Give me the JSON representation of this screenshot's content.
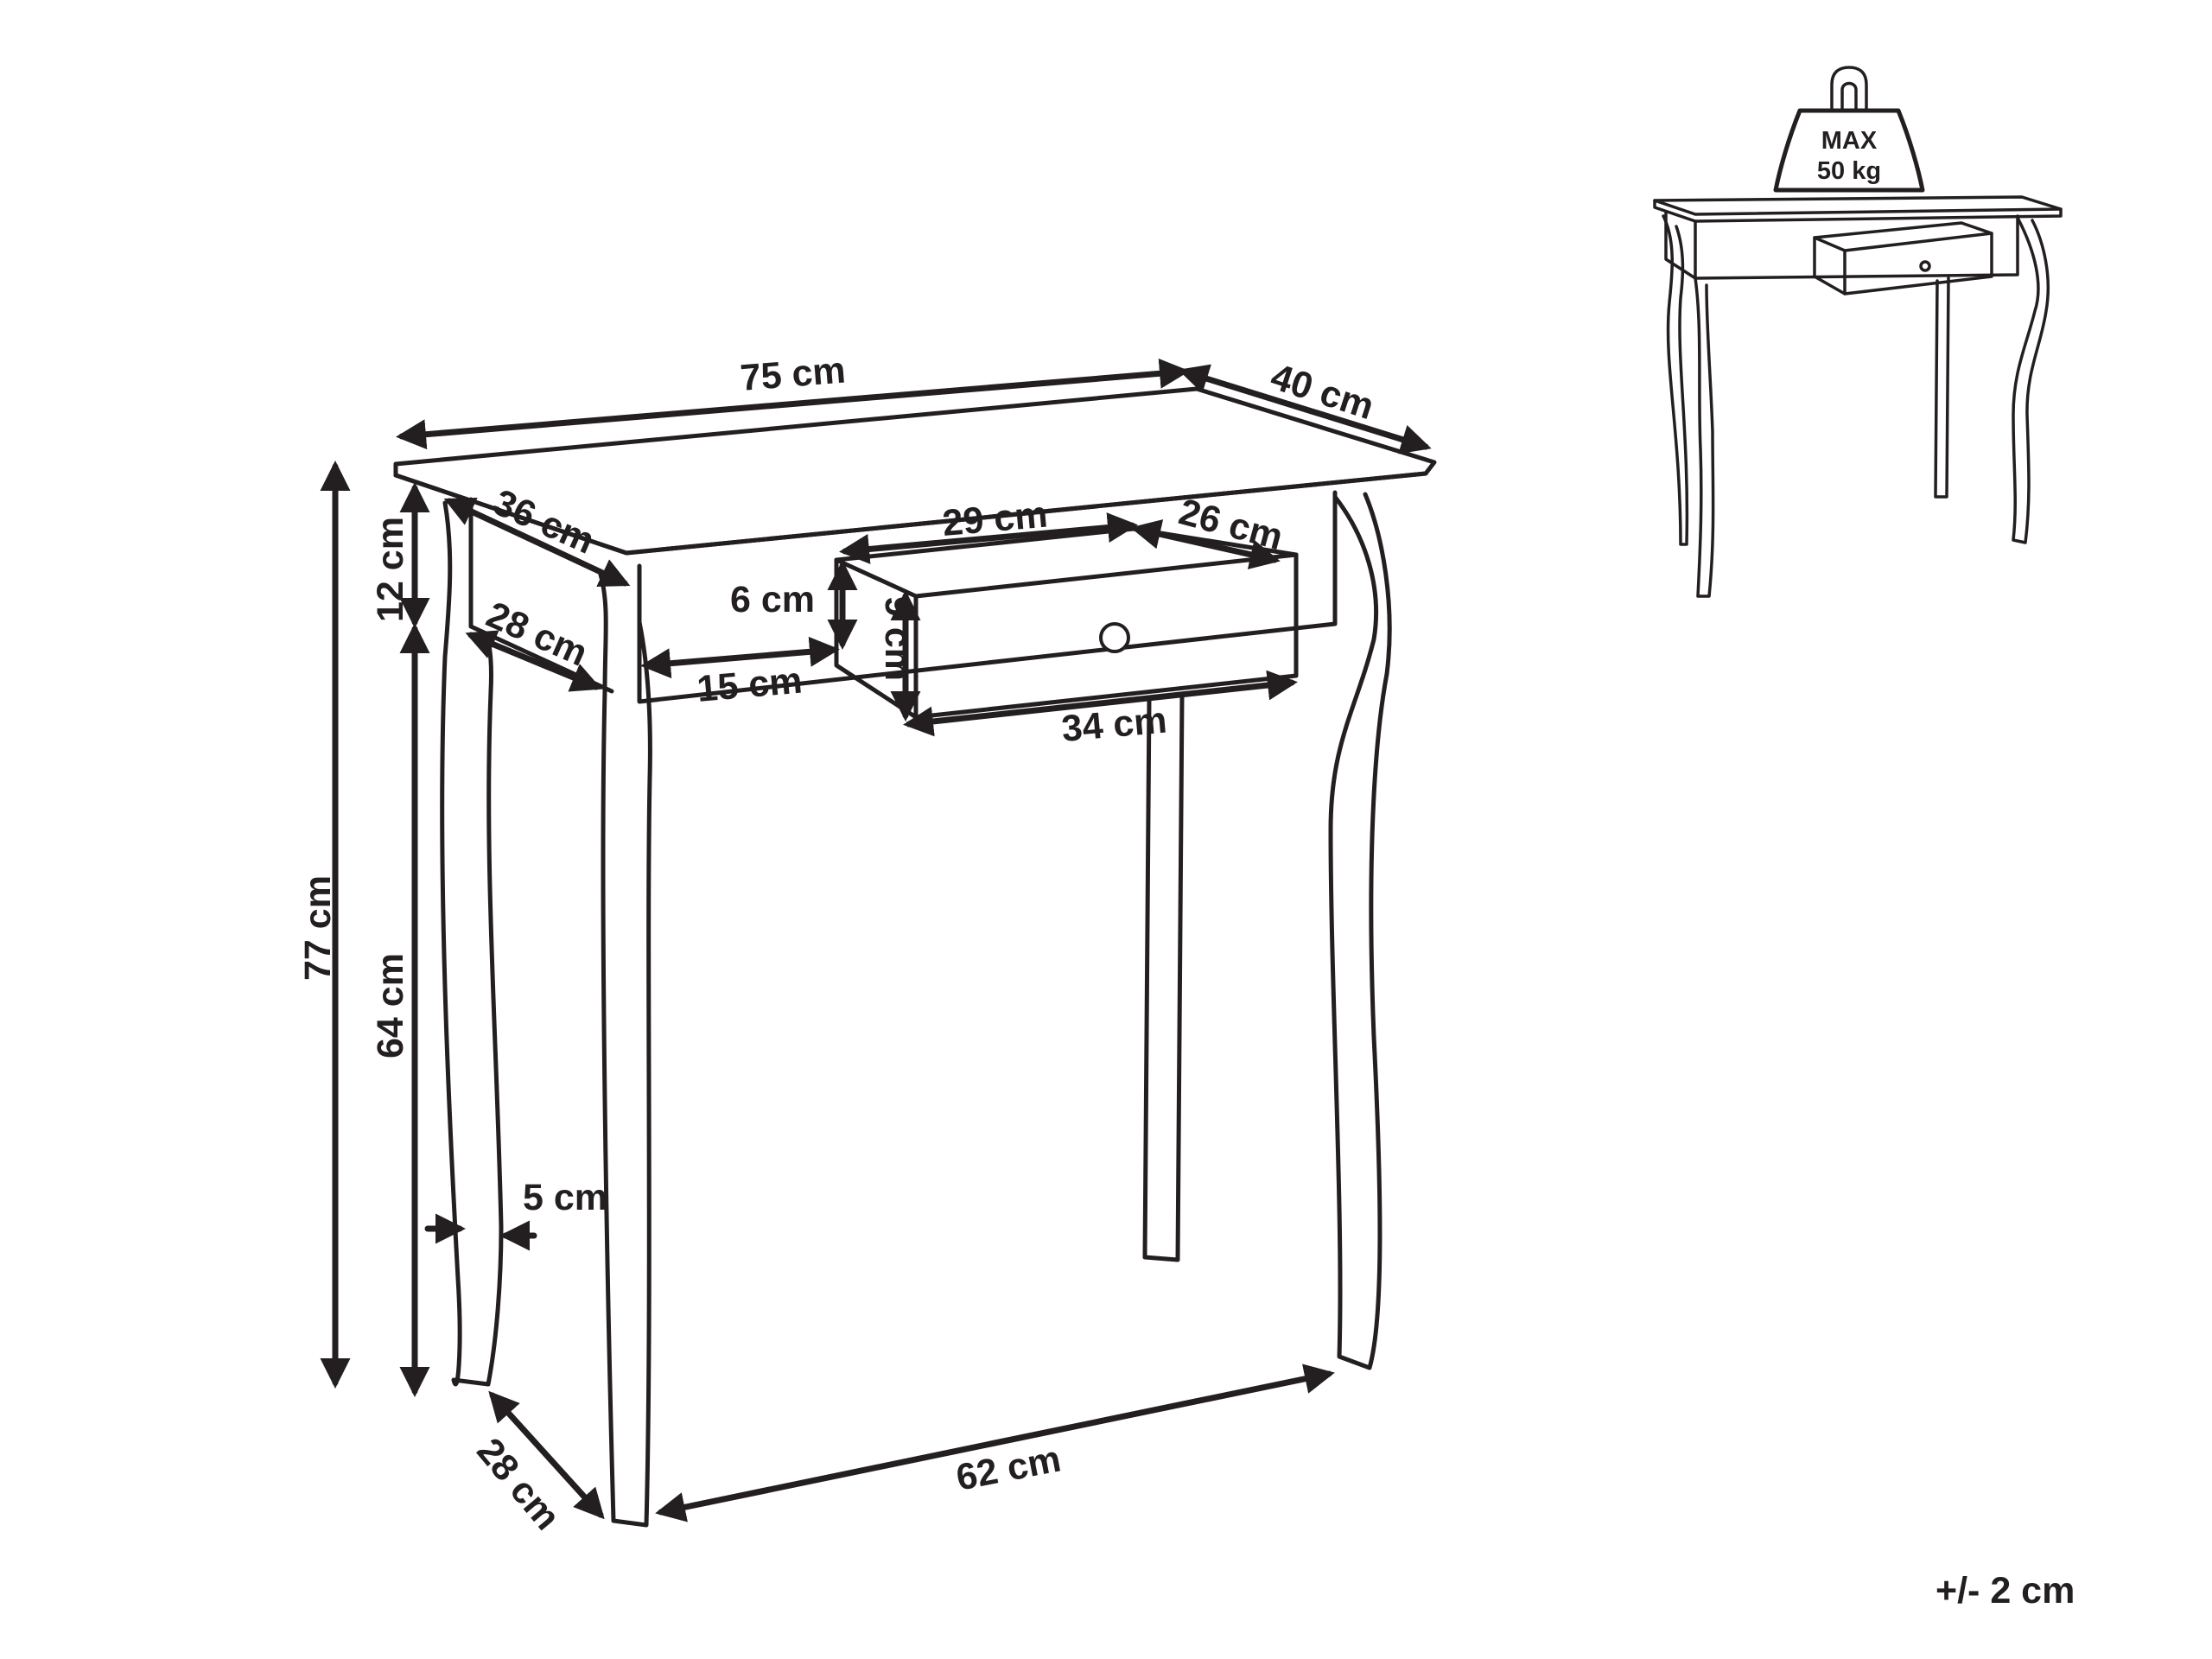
{
  "dimensions": {
    "width_top": "75 cm",
    "depth_top": "40 cm",
    "apron_depth": "36 cm",
    "drawer_width": "29 cm",
    "drawer_length": "26 cm",
    "drawer_offset": "6 cm",
    "drawer_height": "9 cm",
    "drawer_front": "34 cm",
    "side_left": "15 cm",
    "inner_depth": "28 cm",
    "height_total": "77 cm",
    "apron_height": "12 cm",
    "leg_height": "64 cm",
    "leg_width": "5 cm",
    "base_width": "62 cm",
    "base_depth": "28 cm"
  },
  "max_load": {
    "line1": "MAX",
    "line2": "50 kg"
  },
  "tolerance": "+/- 2 cm",
  "colors": {
    "ink": "#231f20",
    "background": "#ffffff"
  }
}
